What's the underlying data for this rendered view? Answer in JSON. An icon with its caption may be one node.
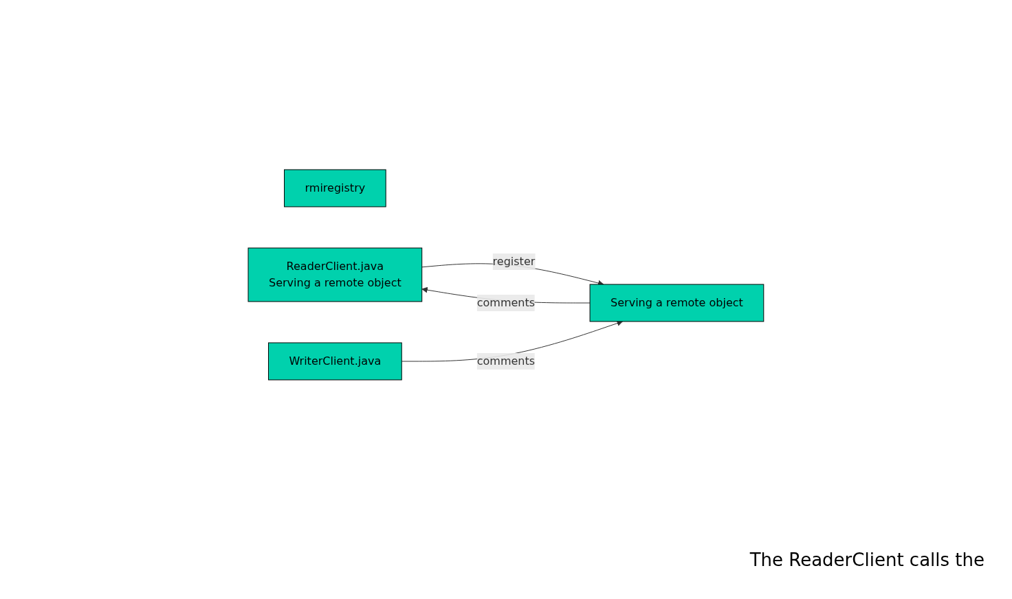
{
  "diagram": {
    "nodes": [
      {
        "text": [
          "rmiregistry"
        ]
      },
      {
        "text": [
          "ReaderClient.java",
          "Serving a remote object"
        ]
      },
      {
        "text": [
          "WriterClient.java"
        ]
      },
      {
        "text": [
          "Serving a remote object"
        ]
      }
    ],
    "edges": [
      {
        "from": 1,
        "to": 3,
        "label": "register",
        "arrow": "to"
      },
      {
        "from": 3,
        "to": 1,
        "label": "comments",
        "arrow": "to"
      },
      {
        "from": 2,
        "to": 3,
        "label": "comments",
        "arrow": "to"
      }
    ],
    "labels": [
      "The ReaderClient calls the"
    ]
  }
}
